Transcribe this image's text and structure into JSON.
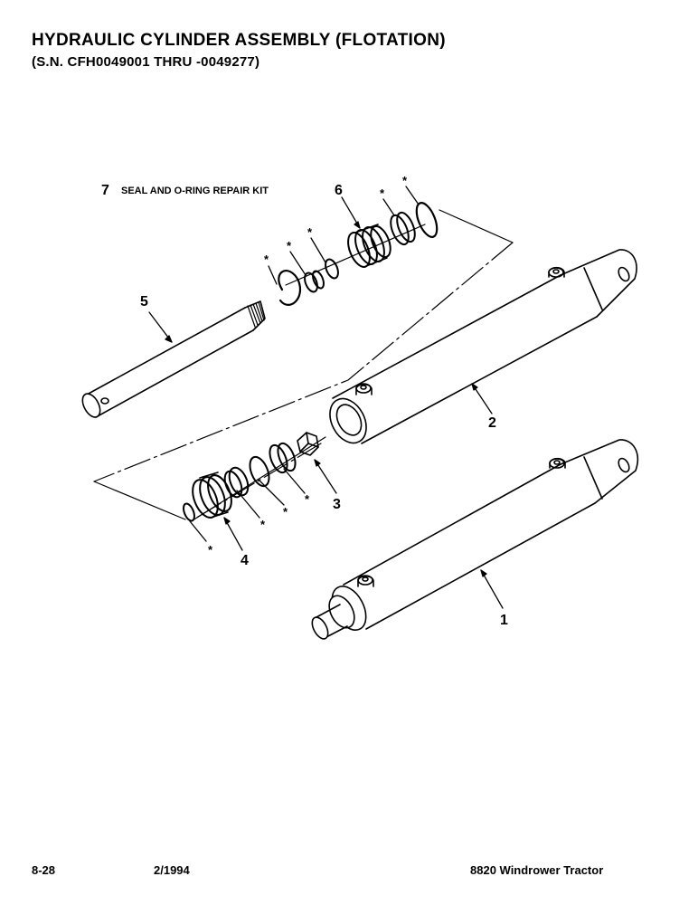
{
  "header": {
    "title": "HYDRAULIC CYLINDER ASSEMBLY (FLOTATION)",
    "subtitle": "(S.N. CFH0049001 THRU -0049277)"
  },
  "diagram": {
    "kit_number": "7",
    "kit_label": "SEAL AND O-RING REPAIR KIT",
    "callouts": {
      "cylinder_assembly": "1",
      "barrel": "2",
      "nut": "3",
      "piston": "4",
      "rod": "5",
      "gland": "6"
    },
    "kit_marker": "*"
  },
  "footer": {
    "page": "8-28",
    "date": "2/1994",
    "model": "8820 Windrower Tractor"
  }
}
